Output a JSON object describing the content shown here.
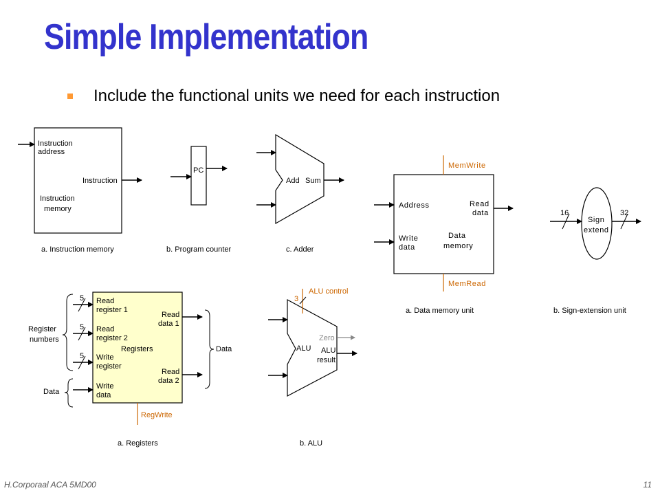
{
  "slide": {
    "title": "Simple Implementation",
    "bullet": "Include the functional units we need for each instruction",
    "footer": "H.Corporaal   ACA 5MD00",
    "page_number": "11"
  },
  "diagram": {
    "instruction_memory": {
      "input_label_1": "Instruction",
      "input_label_2": "address",
      "output_label": "Instruction",
      "name_1": "Instruction",
      "name_2": "memory",
      "caption": "a. Instruction memory"
    },
    "program_counter": {
      "label": "PC",
      "caption": "b. Program counter"
    },
    "adder": {
      "label_add": "Add",
      "label_sum": "Sum",
      "caption": "c. Adder"
    },
    "data_memory": {
      "control_top": "MemWrite",
      "address": "Address",
      "read_data_1": "Read",
      "read_data_2": "data",
      "write_data_1": "Write",
      "write_data_2": "data",
      "name_1": "Data",
      "name_2": "memory",
      "control_bottom": "MemRead",
      "caption": "a. Data memory unit"
    },
    "sign_extend": {
      "in_width": "16",
      "out_width": "32",
      "name_1": "Sign",
      "name_2": "extend",
      "caption": "b. Sign-extension unit"
    },
    "registers": {
      "reg_numbers_1": "Register",
      "reg_numbers_2": "numbers",
      "width_1": "5",
      "width_2": "5",
      "width_3": "5",
      "data_left": "Data",
      "read_reg1_a": "Read",
      "read_reg1_b": "register 1",
      "read_reg2_a": "Read",
      "read_reg2_b": "register 2",
      "write_reg_a": "Write",
      "write_reg_b": "register",
      "write_data_a": "Write",
      "write_data_b": "data",
      "name": "Registers",
      "read_data1_a": "Read",
      "read_data1_b": "data 1",
      "read_data2_a": "Read",
      "read_data2_b": "data 2",
      "data_right": "Data",
      "control": "RegWrite",
      "caption": "a. Registers"
    },
    "alu": {
      "control": "ALU control",
      "control_width": "3",
      "name": "ALU",
      "zero": "Zero",
      "result_1": "ALU",
      "result_2": "result",
      "caption": "b. ALU"
    }
  }
}
